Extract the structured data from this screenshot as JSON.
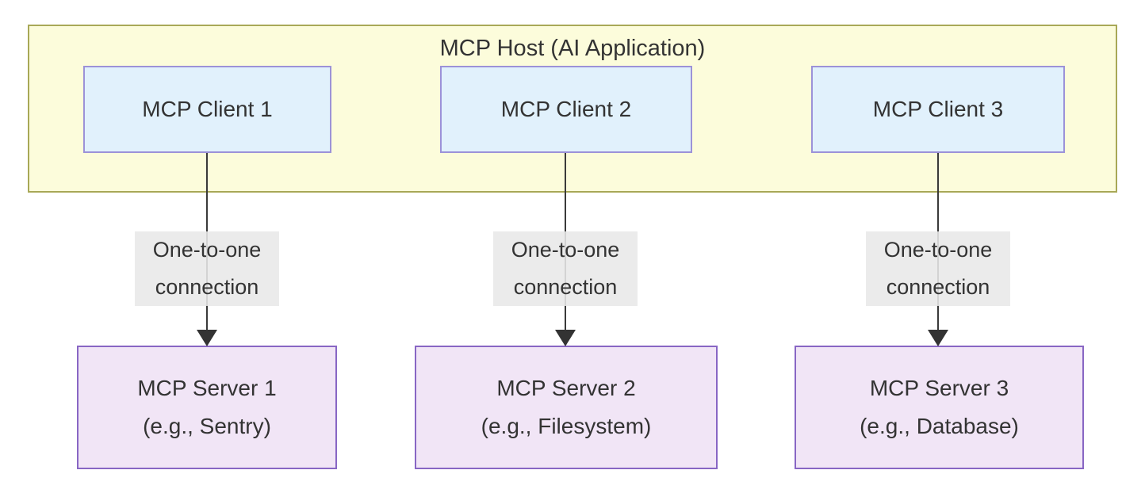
{
  "diagram": {
    "host": {
      "label": "MCP Host (AI Application)"
    },
    "clients": [
      {
        "label": "MCP Client 1"
      },
      {
        "label": "MCP Client 2"
      },
      {
        "label": "MCP Client 3"
      }
    ],
    "connections": [
      {
        "line1": "One-to-one",
        "line2": "connection"
      },
      {
        "line1": "One-to-one",
        "line2": "connection"
      },
      {
        "line1": "One-to-one",
        "line2": "connection"
      }
    ],
    "servers": [
      {
        "name": "MCP Server 1",
        "example": "(e.g., Sentry)"
      },
      {
        "name": "MCP Server 2",
        "example": "(e.g., Filesystem)"
      },
      {
        "name": "MCP Server 3",
        "example": "(e.g., Database)"
      }
    ],
    "colors": {
      "host_fill": "#fcfcdb",
      "host_border": "#a8a857",
      "client_fill": "#e1f1fc",
      "client_border": "#9c92d8",
      "server_fill": "#f1e5f6",
      "server_border": "#8866c4",
      "edge_label_bg": "#e8e8e8",
      "edge_line": "#3a3a3a",
      "text": "#333333",
      "background": "#ffffff"
    }
  }
}
